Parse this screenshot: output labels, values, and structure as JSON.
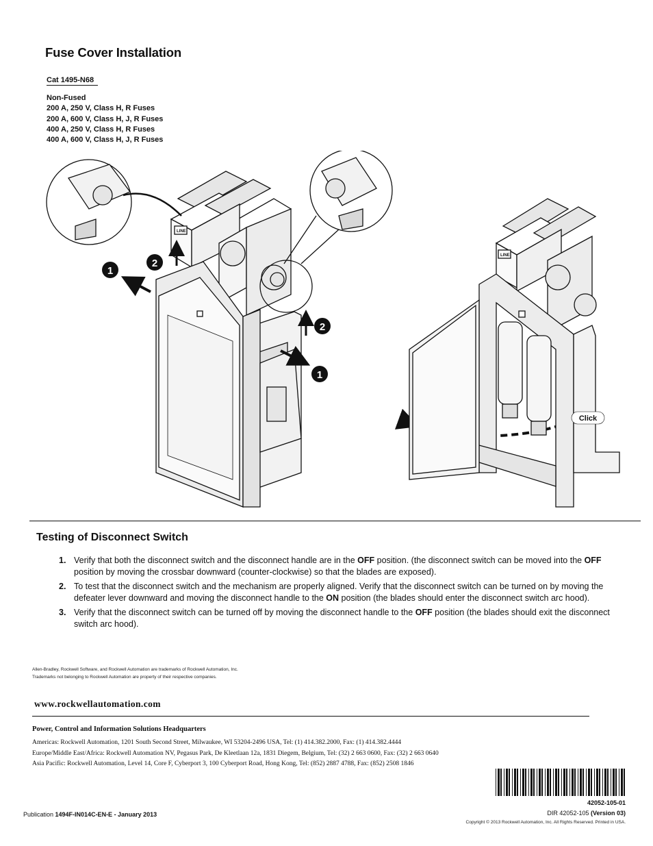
{
  "fuse_cover": {
    "title": "Fuse Cover Installation",
    "cat": "Cat 1495-N68",
    "specs": [
      "Non-Fused",
      "200 A, 250 V, Class H, R Fuses",
      "200 A, 600 V, Class H, J, R Fuses",
      "400 A, 250 V, Class H, R Fuses",
      "400 A, 600 V, Class H, J, R Fuses"
    ]
  },
  "figure": {
    "callouts": {
      "step1": "1",
      "step2": "2",
      "step1_lower": "1",
      "step2_lower": "2"
    },
    "click_label": "Click",
    "line_label": "LINE"
  },
  "testing": {
    "title": "Testing of Disconnect Switch",
    "steps": [
      {
        "num": "1.",
        "pre": "Verify that both the disconnect switch and the disconnect handle are in the ",
        "bold1": "OFF",
        "mid": " position.  (the disconnect switch can be moved into the ",
        "bold2": "OFF",
        "post": " position by moving the crossbar downward (counter-clockwise) so that the blades are exposed)."
      },
      {
        "num": "2.",
        "pre": "To test that the disconnect switch and the mechanism are properly aligned.  Verify that the disconnect switch can be turned on by moving the defeater lever downward and moving the disconnect handle to the ",
        "bold1": "ON",
        "post": " position (the blades should enter the disconnect switch arc hood)."
      },
      {
        "num": "3.",
        "pre": "Verify that the disconnect switch can be turned off by moving the disconnect handle to the ",
        "bold1": "OFF",
        "post": " position (the blades should exit the disconnect switch arc hood)."
      }
    ]
  },
  "trademarks": {
    "line1": "Allen-Bradley, Rockwell Software, and Rockwell Automation are trademarks of Rockwell Automation, Inc.",
    "line2": "Trademarks not belonging to Rockwell Automation are property of their respective companies."
  },
  "footer": {
    "website": "www.rockwellautomation.com",
    "hq_title": "Power, Control and Information Solutions Headquarters",
    "americas": "Americas: Rockwell Automation, 1201 South Second Street, Milwaukee, WI 53204-2496 USA, Tel: (1) 414.382.2000, Fax: (1) 414.382.4444",
    "emea": "Europe/Middle East/Africa: Rockwell Automation NV, Pegasus Park, De Kleetlaan 12a, 1831 Diegem, Belgium, Tel: (32) 2 663 0600, Fax: (32) 2 663 0640",
    "apac": "Asia Pacific: Rockwell Automation, Level 14, Core F, Cyberport 3, 100 Cyberport Road, Hong Kong, Tel: (852) 2887 4788, Fax: (852) 2508 1846",
    "part_number": "42052-105-01",
    "dir_prefix": "DIR 42052-105 ",
    "dir_version": "(Version 03)",
    "copyright": "Copyright © 2013 Rockwell Automation, Inc. All Rights Reserved. Printed in USA.",
    "pub_prefix": "Publication ",
    "pub_id": "1494F-IN014C-EN-E - January 2013"
  }
}
